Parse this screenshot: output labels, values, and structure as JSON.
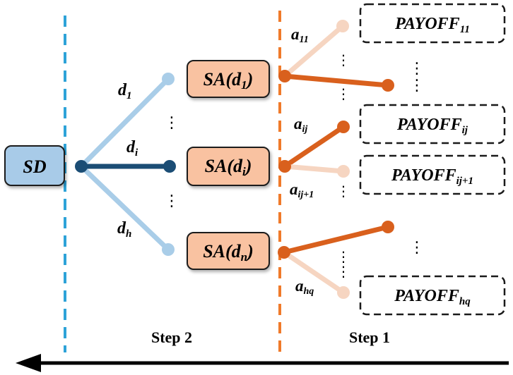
{
  "root": {
    "label": "SD"
  },
  "decisions": [
    {
      "name": "d",
      "sub": "1"
    },
    {
      "name": "d",
      "sub": "i"
    },
    {
      "name": "d",
      "sub": "h"
    }
  ],
  "sa_nodes": [
    {
      "prefix": "SA(",
      "var": "d",
      "sub": "1",
      "suffix": ")"
    },
    {
      "prefix": "SA(",
      "var": "d",
      "sub": "i",
      "suffix": ")"
    },
    {
      "prefix": "SA(",
      "var": "d",
      "sub": "n",
      "suffix": ")"
    }
  ],
  "actions": [
    {
      "name": "a",
      "sub": "11"
    },
    {
      "name": "a",
      "sub": "ij"
    },
    {
      "name": "a",
      "sub": "ij+1"
    },
    {
      "name": "a",
      "sub": "hq"
    }
  ],
  "payoffs": [
    {
      "label": "PAYOFF",
      "sub": "11"
    },
    {
      "label": "PAYOFF",
      "sub": "ij"
    },
    {
      "label": "PAYOFF",
      "sub": "ij+1"
    },
    {
      "label": "PAYOFF",
      "sub": "hq"
    }
  ],
  "steps": {
    "step2": "Step 2",
    "step1": "Step 1"
  },
  "ellipsis": "⋮",
  "colors": {
    "light_blue": "#a9cde8",
    "dark_blue": "#1b4d75",
    "dash_blue": "#2ea3d8",
    "sd_fill": "#a8cbe8",
    "sa_fill": "#f9c2a1",
    "orange": "#d9601d",
    "light_orange": "#f6d5c1",
    "dash_orange": "#f07a2a"
  }
}
